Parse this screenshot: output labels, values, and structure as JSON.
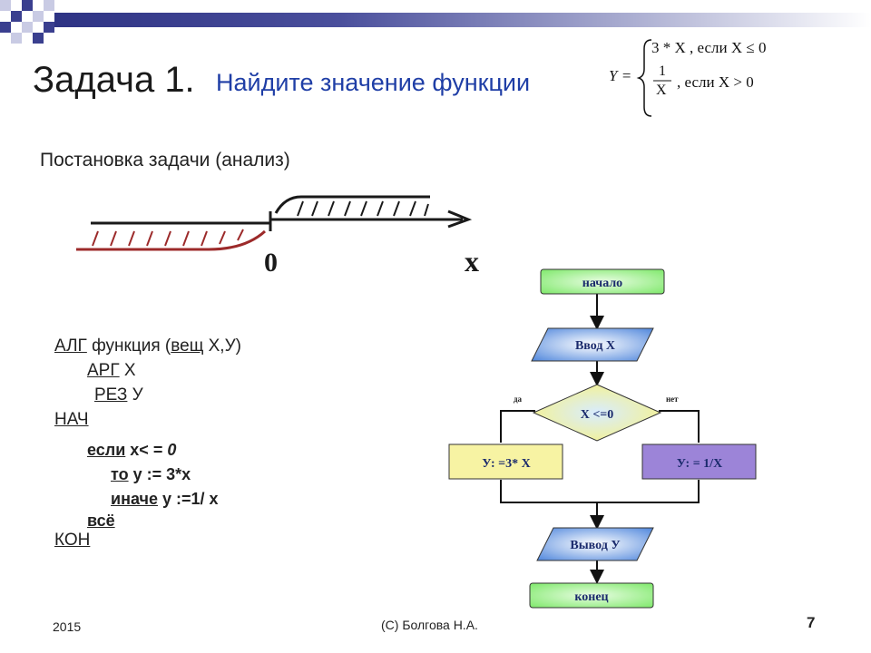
{
  "header": {
    "title_number": "Задача 1.",
    "title_text": "Найдите значение функции"
  },
  "formula": {
    "lhs": "Y =",
    "case1": "3 * X , если X ≤ 0",
    "case2_num": "1",
    "case2_den": "X",
    "case2_cond": ", если X > 0"
  },
  "analysis": {
    "heading": "Постановка задачи (анализ)",
    "axis_zero": "0",
    "axis_x": "x"
  },
  "algorithm": {
    "l1_kw": "АЛГ",
    "l1_text": " функция (",
    "l1_kw2": "вещ",
    "l1_text2": " Х,У)",
    "l2_kw": " АРГ",
    "l2_text": " Х",
    "l3_kw": " РЕЗ",
    "l3_text": " У",
    "l4": "НАЧ",
    "l5_kw": "если",
    "l5_text": "  x< = ",
    "l5_num": "0",
    "l6_kw": "то",
    "l6_text": "  у := 3*x",
    "l7_kw": "иначе",
    "l7_text": "  у :=1/ x",
    "l8": "всё",
    "l9": "КОН"
  },
  "flowchart": {
    "start": "начало",
    "input": "Ввод Х",
    "condition": "Х <=0",
    "yes": "да",
    "no": "нет",
    "branch_yes": "У: =3* Х",
    "branch_no": "У: = 1/Х",
    "output": "Вывод У",
    "end": "конец"
  },
  "footer": {
    "year": "2015",
    "author": "(C) Болгова Н.А.",
    "page": "7"
  },
  "colors": {
    "title_blue": "#1f3ea6",
    "header_bar_dark": "#3a3f8f",
    "terminal_green": "#8ef27a",
    "io_blue": "#5b8fe0",
    "branch_yellow": "#f7f3a3",
    "branch_purple": "#9c84d8"
  }
}
